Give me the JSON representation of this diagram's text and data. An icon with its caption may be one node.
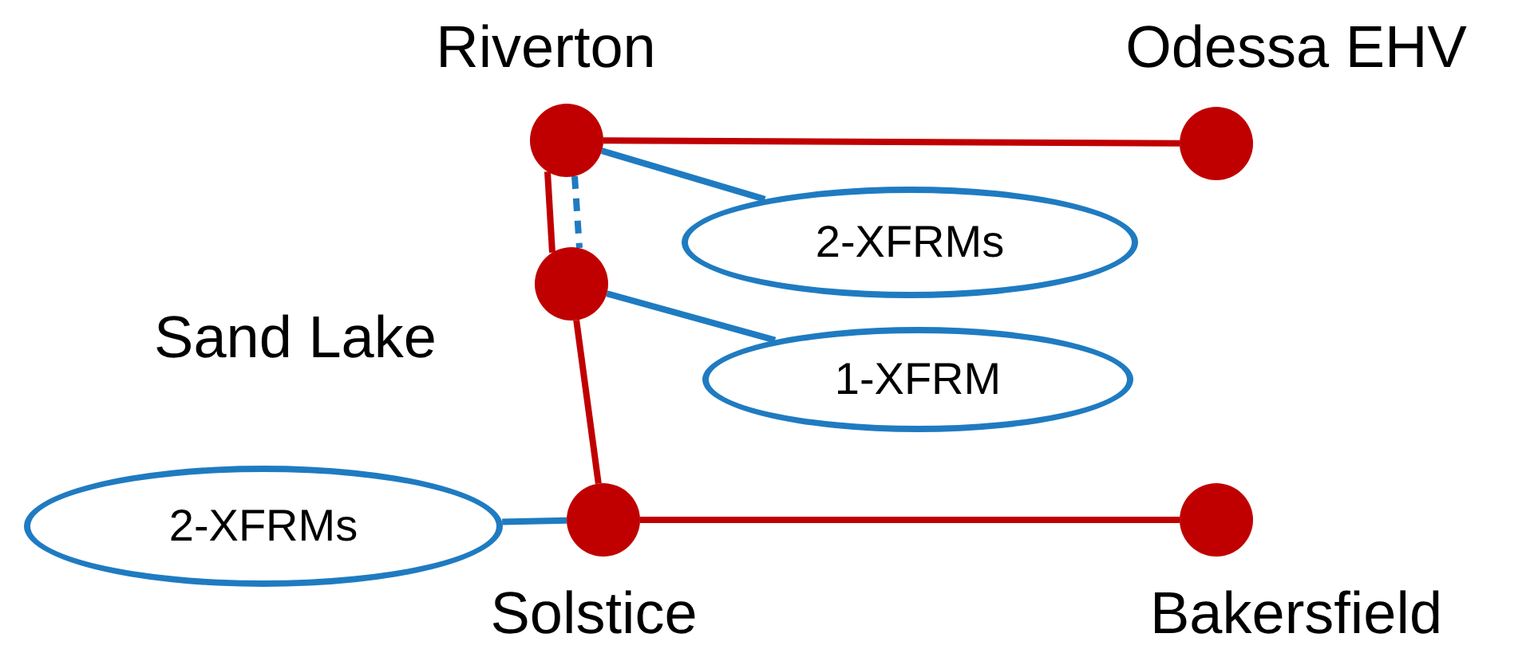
{
  "diagram": {
    "nodes": [
      {
        "text": [
          "Riverton"
        ]
      },
      {
        "text": [
          "Odessa EHV"
        ]
      },
      {
        "text": [
          "Sand Lake"
        ]
      },
      {
        "text": [
          "Solstice"
        ]
      },
      {
        "text": [
          "Bakersfield"
        ]
      },
      {
        "text": [
          "2-XFRMs"
        ]
      },
      {
        "text": [
          "1-XFRM"
        ]
      },
      {
        "text": [
          "2-XFRMs"
        ]
      }
    ],
    "edges": [
      {
        "from": 0,
        "to": 1,
        "arrow": "none",
        "color": "#c00000"
      },
      {
        "from": 0,
        "to": 2,
        "arrow": "none",
        "color": "#c00000"
      },
      {
        "from": 0,
        "to": 2,
        "arrow": "none",
        "style": "dashed",
        "color": "#1f7bc1"
      },
      {
        "from": 2,
        "to": 3,
        "arrow": "none",
        "color": "#c00000"
      },
      {
        "from": 3,
        "to": 4,
        "arrow": "none",
        "color": "#c00000"
      },
      {
        "from": 0,
        "to": 5,
        "arrow": "none",
        "color": "#1f7bc1"
      },
      {
        "from": 2,
        "to": 6,
        "arrow": "none",
        "color": "#1f7bc1"
      },
      {
        "from": 7,
        "to": 3,
        "arrow": "none",
        "color": "#1f7bc1"
      }
    ]
  }
}
